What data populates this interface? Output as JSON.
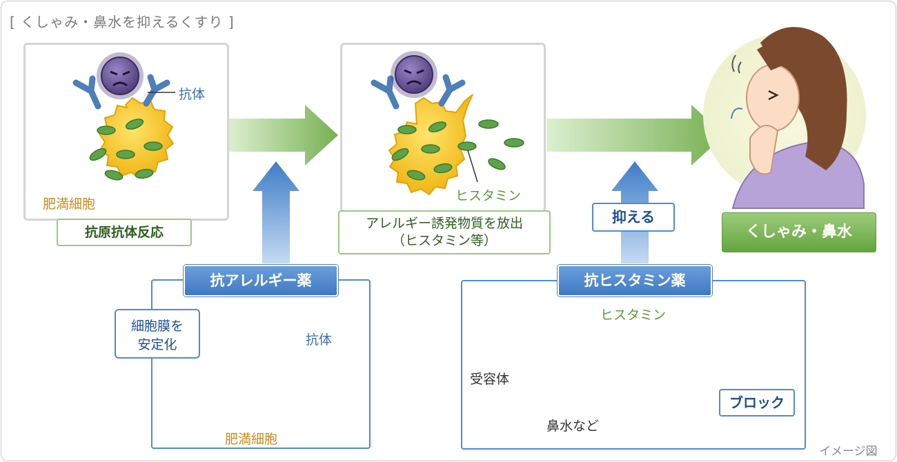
{
  "title": "[ くしゃみ・鼻水を抑えるくすり ]",
  "stages": {
    "reaction": {
      "label": "抗原抗体反応"
    },
    "release": {
      "line1": "アレルギー誘発物質を放出",
      "line2": "（ヒスタミン等）"
    },
    "symptom": {
      "label": "くしゃみ・鼻水"
    }
  },
  "labels": {
    "antibody": "抗体",
    "mast_cell": "肥満細胞",
    "histamine": "ヒスタミン",
    "suppress": "抑える",
    "receptor": "受容体",
    "runny_nose": "鼻水など",
    "block": "ブロック",
    "membrane_line1": "細胞膜を",
    "membrane_line2": "安定化"
  },
  "drugs": {
    "antiallergy": "抗アレルギー薬",
    "antihistamine": "抗ヒスタミン薬"
  },
  "footer": "イメージ図",
  "colors": {
    "arrow_green": "#8cc06a",
    "arrow_blue": "#5d93d4",
    "cell_yellow": "#f3c21c",
    "virus_purple": "#5d4a86",
    "antibody_blue": "#4d7fb9",
    "histamine_green": "#57a344",
    "receptor_red": "#d4141e",
    "blocker_blue": "#1a7ae0"
  }
}
